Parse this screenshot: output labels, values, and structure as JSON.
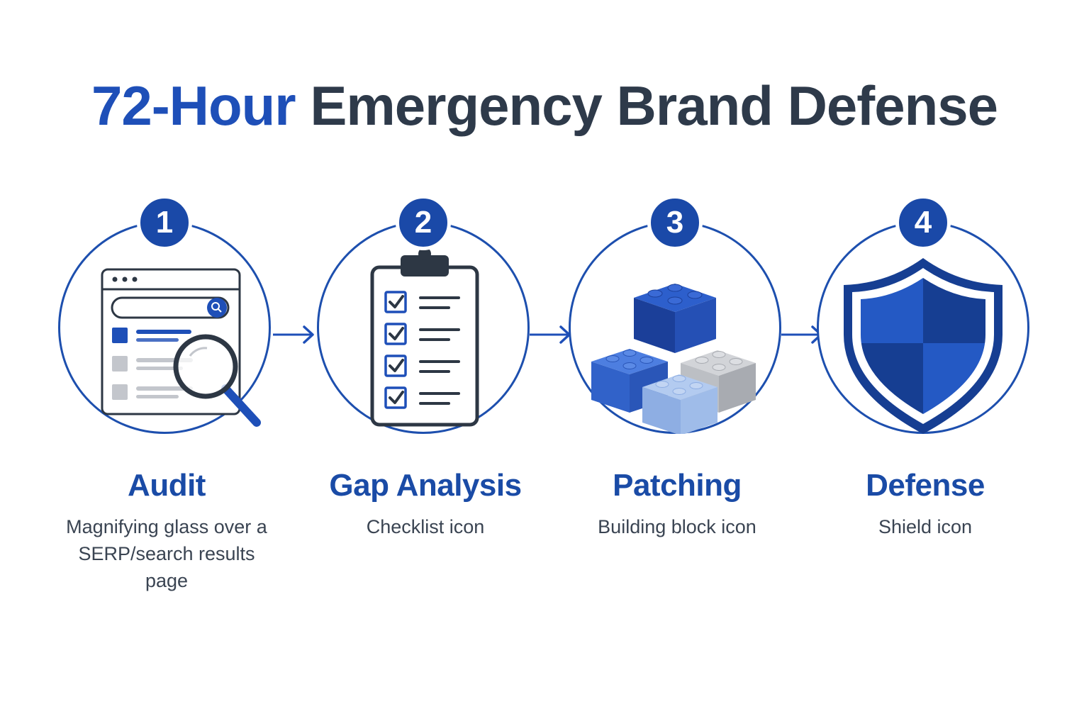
{
  "header": {
    "title_accent": "72-Hour",
    "title_rest": "Emergency Brand Defense"
  },
  "steps": [
    {
      "number": "1",
      "title": "Audit",
      "description": "Magnifying glass over a SERP/search results page",
      "icon": "magnifying-glass-serp-icon"
    },
    {
      "number": "2",
      "title": "Gap Analysis",
      "description": "Checklist icon",
      "icon": "checklist-icon"
    },
    {
      "number": "3",
      "title": "Patching",
      "description": "Building block icon",
      "icon": "building-block-icon"
    },
    {
      "number": "4",
      "title": "Defense",
      "description": "Shield icon",
      "icon": "shield-icon"
    }
  ],
  "colors": {
    "primary_blue": "#1e4fb8",
    "dark_text": "#2e3a4a",
    "badge_blue": "#1a49a8",
    "light_block": "#9ab8e6",
    "gray_block": "#b9bcc2"
  }
}
